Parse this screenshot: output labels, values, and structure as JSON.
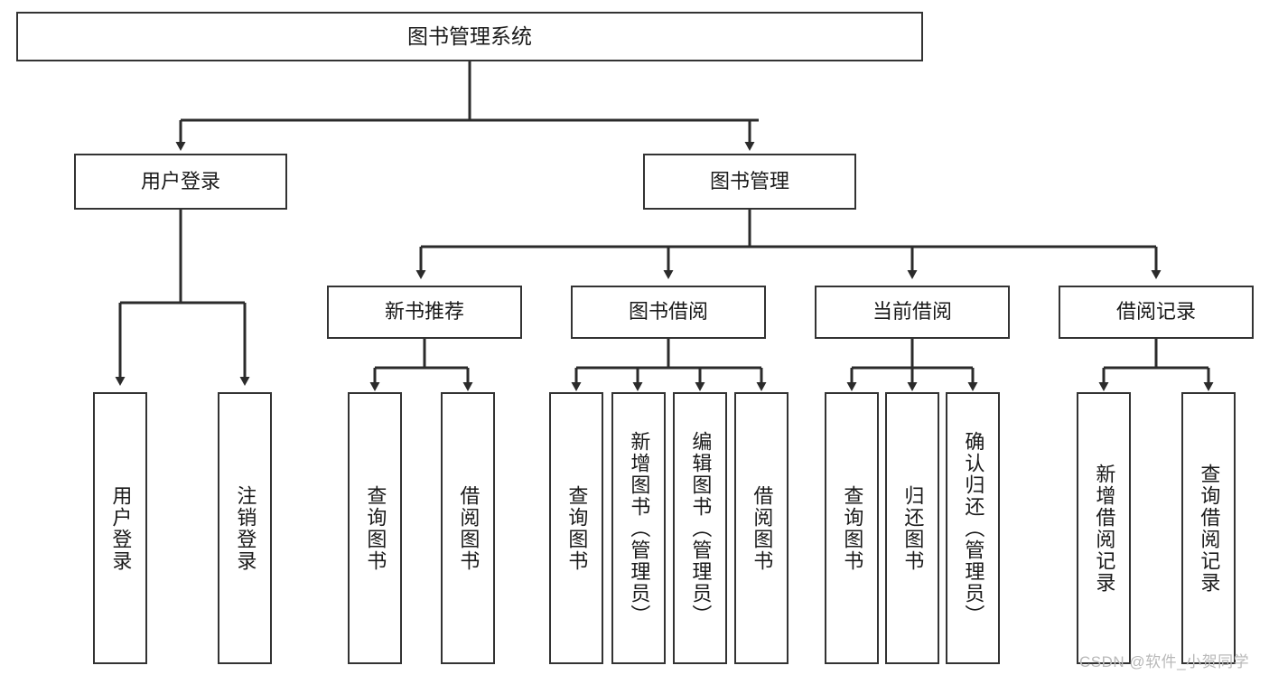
{
  "diagram": {
    "title": "图书管理系统",
    "type": "tree-hierarchy-diagram",
    "root": {
      "label": "图书管理系统"
    },
    "level2": [
      {
        "label": "用户登录"
      },
      {
        "label": "图书管理"
      }
    ],
    "level3": [
      {
        "label": "新书推荐"
      },
      {
        "label": "图书借阅"
      },
      {
        "label": "当前借阅"
      },
      {
        "label": "借阅记录"
      }
    ],
    "leaves": {
      "user_login": [
        {
          "label": "用户登录"
        },
        {
          "label": "注销登录"
        }
      ],
      "new_book_recommend": [
        {
          "label": "查询图书"
        },
        {
          "label": "借阅图书"
        }
      ],
      "book_borrow": [
        {
          "label": "查询图书"
        },
        {
          "label": "新增图书（管理员）"
        },
        {
          "label": "编辑图书（管理员）"
        },
        {
          "label": "借阅图书"
        }
      ],
      "current_borrow": [
        {
          "label": "查询图书"
        },
        {
          "label": "归还图书"
        },
        {
          "label": "确认归还（管理员）"
        }
      ],
      "borrow_record": [
        {
          "label": "新增借阅记录"
        },
        {
          "label": "查询借阅记录"
        }
      ]
    }
  },
  "watermark": {
    "text": "CSDN @软件_小贺同学"
  },
  "colors": {
    "border": "#333333",
    "text": "#1a1a1a",
    "background": "#ffffff",
    "watermark": "#b9b9b9"
  }
}
